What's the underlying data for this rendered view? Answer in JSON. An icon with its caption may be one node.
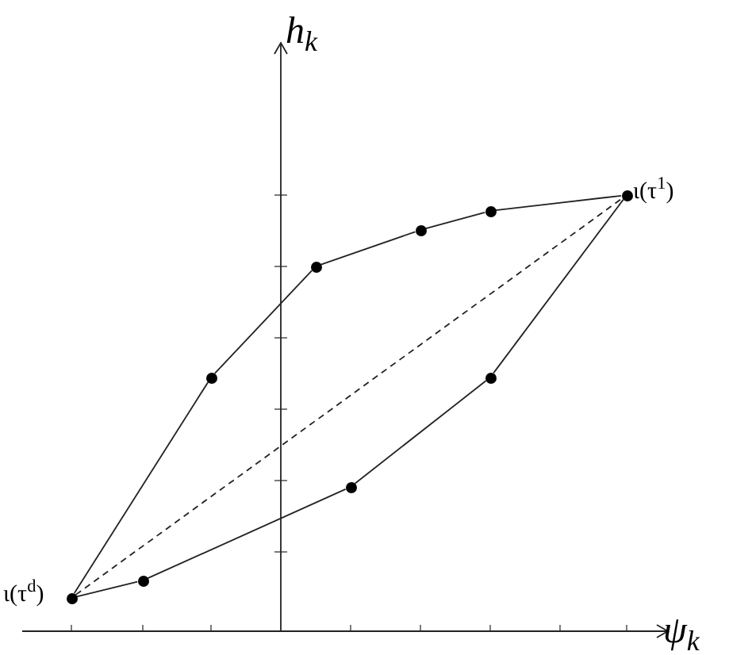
{
  "diagram": {
    "nodes": [
      {
        "text": [],
        "shape": "circle",
        "beside": [
          "ι(τ$^{d}$)"
        ]
      },
      {
        "text": [],
        "shape": "circle"
      },
      {
        "text": [],
        "shape": "circle"
      },
      {
        "text": [],
        "shape": "circle"
      },
      {
        "text": [],
        "shape": "circle",
        "beside": [
          "ι(τ$^{1}$)"
        ]
      },
      {
        "text": [],
        "shape": "circle"
      },
      {
        "text": [],
        "shape": "circle"
      },
      {
        "text": [],
        "shape": "circle"
      },
      {
        "text": [],
        "shape": "circle"
      }
    ],
    "edges": [
      {
        "from": 0,
        "to": 1,
        "arrow": "none"
      },
      {
        "from": 1,
        "to": 2,
        "arrow": "none"
      },
      {
        "from": 2,
        "to": 3,
        "arrow": "none"
      },
      {
        "from": 3,
        "to": 4,
        "arrow": "none"
      },
      {
        "from": 0,
        "to": 5,
        "arrow": "none"
      },
      {
        "from": 5,
        "to": 6,
        "arrow": "none"
      },
      {
        "from": 6,
        "to": 7,
        "arrow": "none"
      },
      {
        "from": 7,
        "to": 8,
        "arrow": "none"
      },
      {
        "from": 8,
        "to": 4,
        "arrow": "none"
      },
      {
        "from": 0,
        "to": 4,
        "arrow": "none",
        "style": "dashed"
      }
    ],
    "labels": [
      "h$_{k}$",
      "ψ$_{k}$"
    ]
  }
}
